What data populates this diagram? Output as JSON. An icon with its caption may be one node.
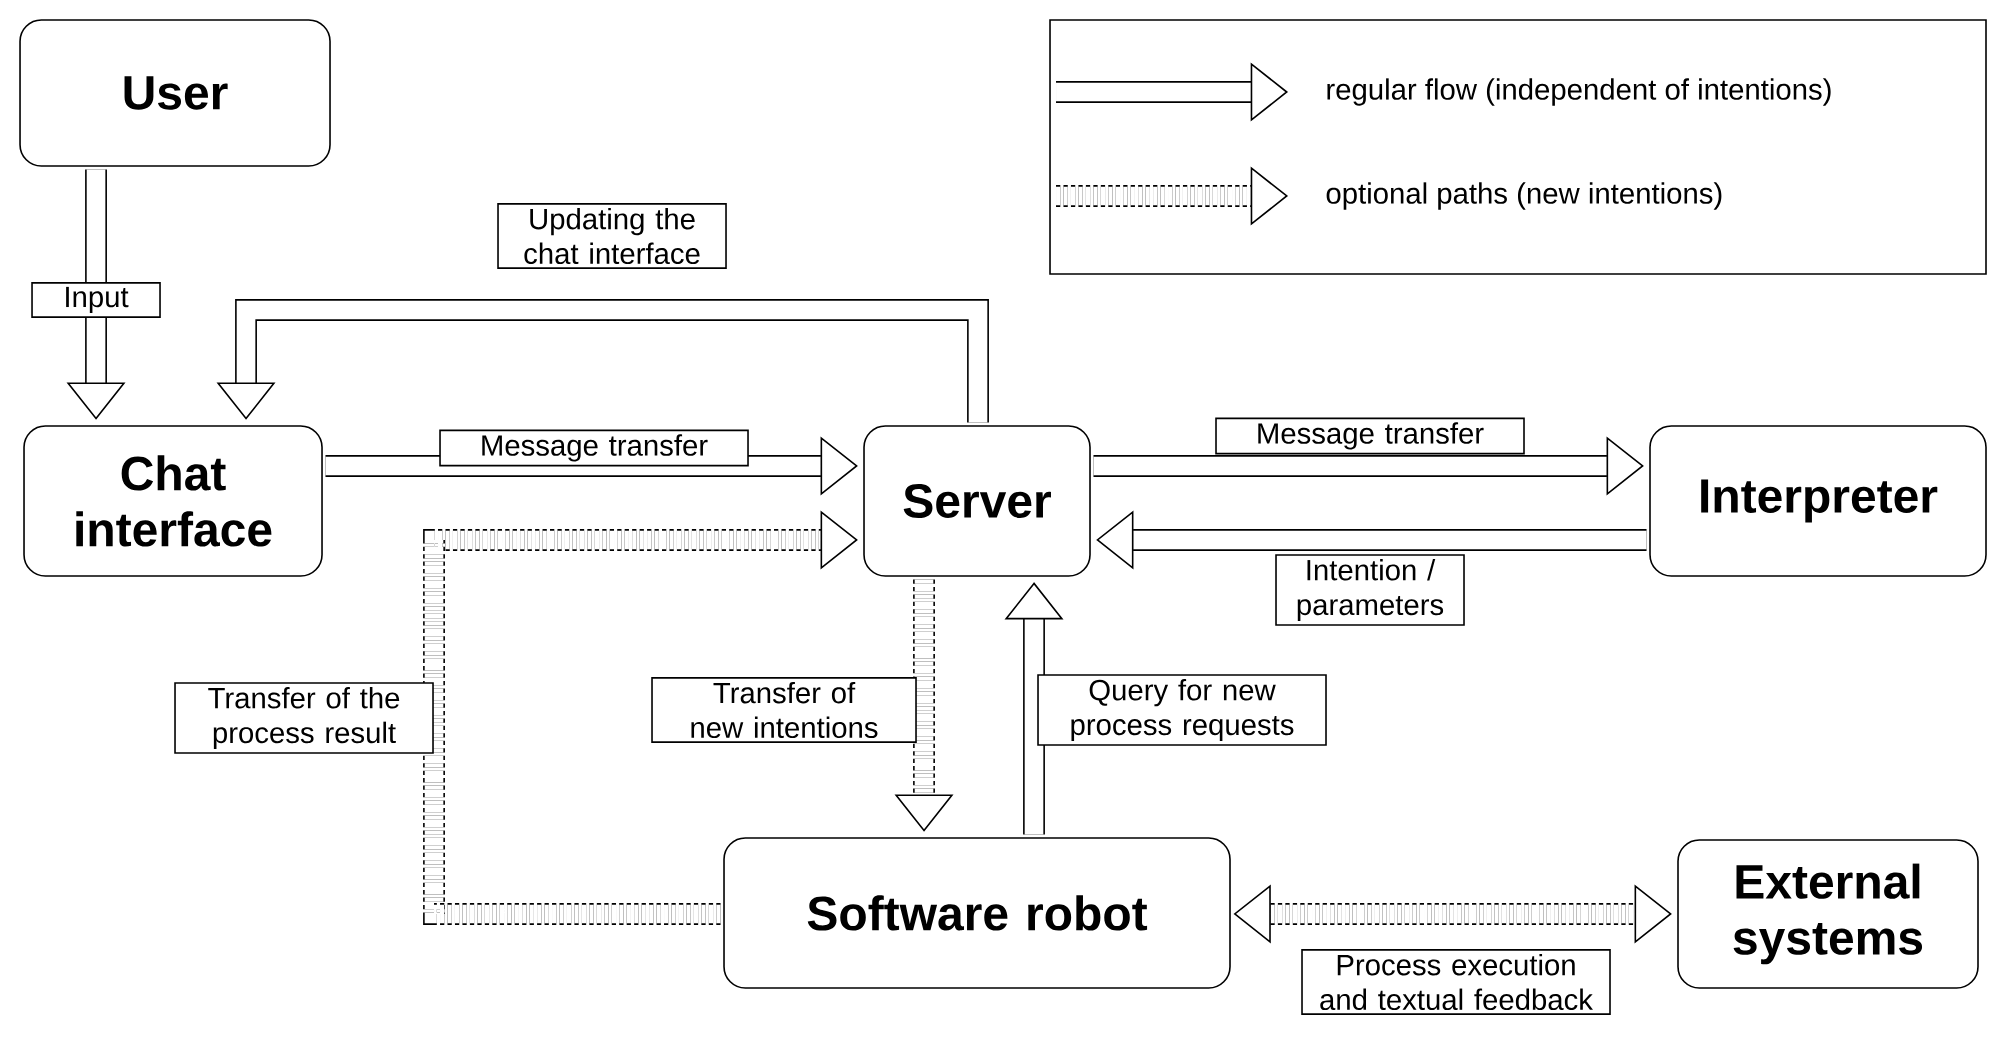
{
  "diagram": {
    "nodes": [
      {
        "text": [
          "User"
        ]
      },
      {
        "text": [
          "Chat interface"
        ]
      },
      {
        "text": [
          "Server"
        ]
      },
      {
        "text": [
          "Interpreter"
        ]
      },
      {
        "text": [
          "Software robot"
        ]
      },
      {
        "text": [
          "External systems"
        ]
      }
    ],
    "edges": [
      {
        "from": 0,
        "to": 1,
        "arrow": "to",
        "label": "Input"
      },
      {
        "from": 2,
        "to": 1,
        "arrow": "to",
        "label": "Updating the chat interface"
      },
      {
        "from": 1,
        "to": 2,
        "arrow": "to",
        "label": "Message transfer"
      },
      {
        "from": 2,
        "to": 3,
        "arrow": "to",
        "label": "Message transfer"
      },
      {
        "from": 3,
        "to": 2,
        "arrow": "to",
        "label": "Intention / parameters"
      },
      {
        "from": 2,
        "to": 4,
        "arrow": "to",
        "label": "Transfer of new intentions",
        "style": "dashed"
      },
      {
        "from": 4,
        "to": 2,
        "arrow": "to",
        "label": "Query for new process requests"
      },
      {
        "from": 4,
        "to": 2,
        "arrow": "to",
        "label": "Transfer of the process result",
        "style": "dashed"
      },
      {
        "from": 4,
        "to": 5,
        "arrow": "both",
        "label": "Process execution and textual feedback",
        "style": "dashed"
      }
    ],
    "legend": [
      {
        "text": "regular flow (independent of intentions)"
      },
      {
        "text": "optional paths (new intentions)"
      }
    ]
  }
}
